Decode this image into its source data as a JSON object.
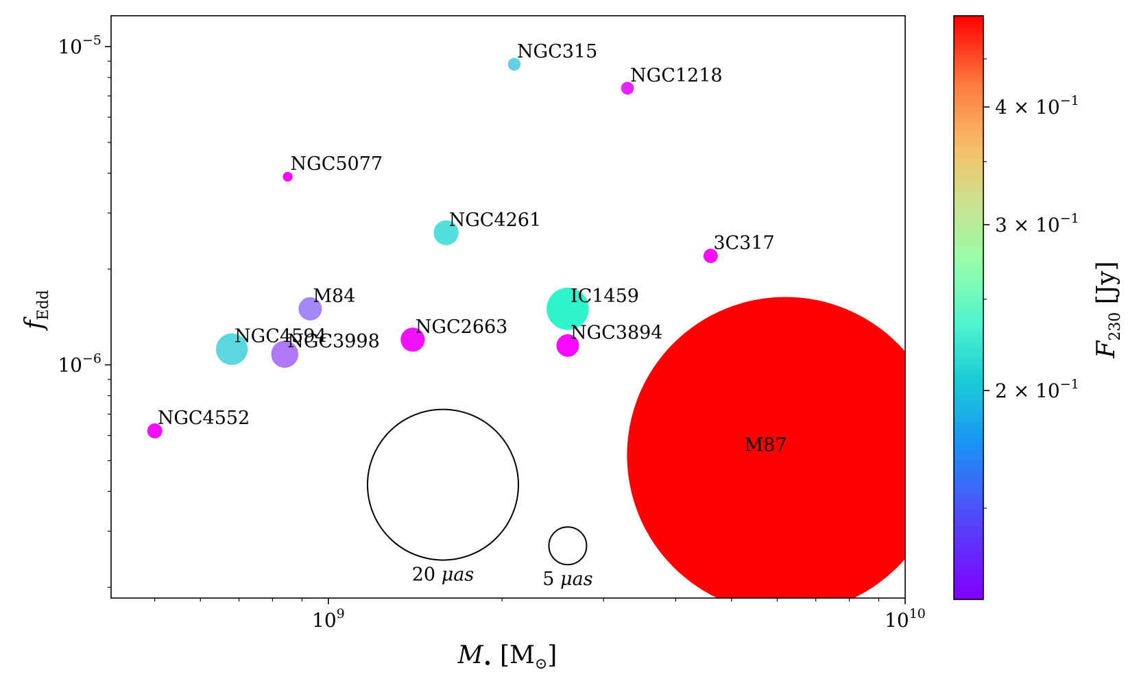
{
  "chart_data": {
    "type": "scatter",
    "xlabel": {
      "main": "M",
      "symbol": "•",
      "unit_open": " [M",
      "unit_sub": "⊙",
      "unit_close": "]"
    },
    "ylabel": {
      "main": "f",
      "sub": "Edd"
    },
    "x_scale": "log",
    "y_scale": "log",
    "xlim": [
      420000000.0,
      10000000000.0
    ],
    "ylim": [
      1.85e-07,
      1.25e-05
    ],
    "x_ticks": [
      {
        "value": 1000000000.0,
        "base": "10",
        "exp": "9"
      },
      {
        "value": 10000000000.0,
        "base": "10",
        "exp": "10"
      }
    ],
    "y_ticks": [
      {
        "value": 1e-06,
        "base": "10",
        "exp": "−6"
      },
      {
        "value": 1e-05,
        "base": "10",
        "exp": "−5"
      }
    ],
    "colorbar": {
      "label_main": "F",
      "label_sub": "230",
      "label_unit": " [Jy]",
      "scale": "log",
      "cmap": "rainbow",
      "range": [
        0.12,
        0.5
      ],
      "ticks": [
        {
          "value": 0.2,
          "text": "2 × 10",
          "exp": "−1"
        },
        {
          "value": 0.3,
          "text": "3 × 10",
          "exp": "−1"
        },
        {
          "value": 0.4,
          "text": "4 × 10",
          "exp": "−1"
        }
      ]
    },
    "points": [
      {
        "name": "NGC315",
        "x": 2100000000.0,
        "y": 8.8e-06,
        "flux": 0.185,
        "size_uas": 1.7
      },
      {
        "name": "NGC1218",
        "x": 3300000000.0,
        "y": 7.4e-06,
        "flux": 0.128,
        "size_uas": 1.7
      },
      {
        "name": "NGC5077",
        "x": 850000000.0,
        "y": 3.9e-06,
        "flux": 0.122,
        "size_uas": 1.3
      },
      {
        "name": "NGC4261",
        "x": 1600000000.0,
        "y": 2.6e-06,
        "flux": 0.195,
        "size_uas": 3.3
      },
      {
        "name": "3C317",
        "x": 4600000000.0,
        "y": 2.2e-06,
        "flux": 0.123,
        "size_uas": 1.9
      },
      {
        "name": "M84",
        "x": 930000000.0,
        "y": 1.5e-06,
        "flux": 0.155,
        "size_uas": 3.1
      },
      {
        "name": "IC1459",
        "x": 2600000000.0,
        "y": 1.5e-06,
        "flux": 0.215,
        "size_uas": 5.6
      },
      {
        "name": "NGC2663",
        "x": 1400000000.0,
        "y": 1.2e-06,
        "flux": 0.124,
        "size_uas": 3.2
      },
      {
        "name": "NGC3894",
        "x": 2600000000.0,
        "y": 1.15e-06,
        "flux": 0.122,
        "size_uas": 3.0
      },
      {
        "name": "NGC4594",
        "x": 680000000.0,
        "y": 1.12e-06,
        "flux": 0.19,
        "size_uas": 4.2
      },
      {
        "name": "NGC3998",
        "x": 840000000.0,
        "y": 1.08e-06,
        "flux": 0.15,
        "size_uas": 3.6
      },
      {
        "name": "NGC4552",
        "x": 500000000.0,
        "y": 6.2e-07,
        "flux": 0.123,
        "size_uas": 2.0
      },
      {
        "name": "M87",
        "x": 6200000000.0,
        "y": 5.2e-07,
        "flux": 0.5,
        "size_uas": 42
      }
    ],
    "size_legend": [
      {
        "label_value": "20",
        "label_unit": "μas",
        "size_uas": 20,
        "x": 1580000000.0,
        "y": 4.2e-07
      },
      {
        "label_value": "5",
        "label_unit": "μas",
        "size_uas": 5,
        "x": 2600000000.0,
        "y": 2.7e-07
      }
    ]
  }
}
